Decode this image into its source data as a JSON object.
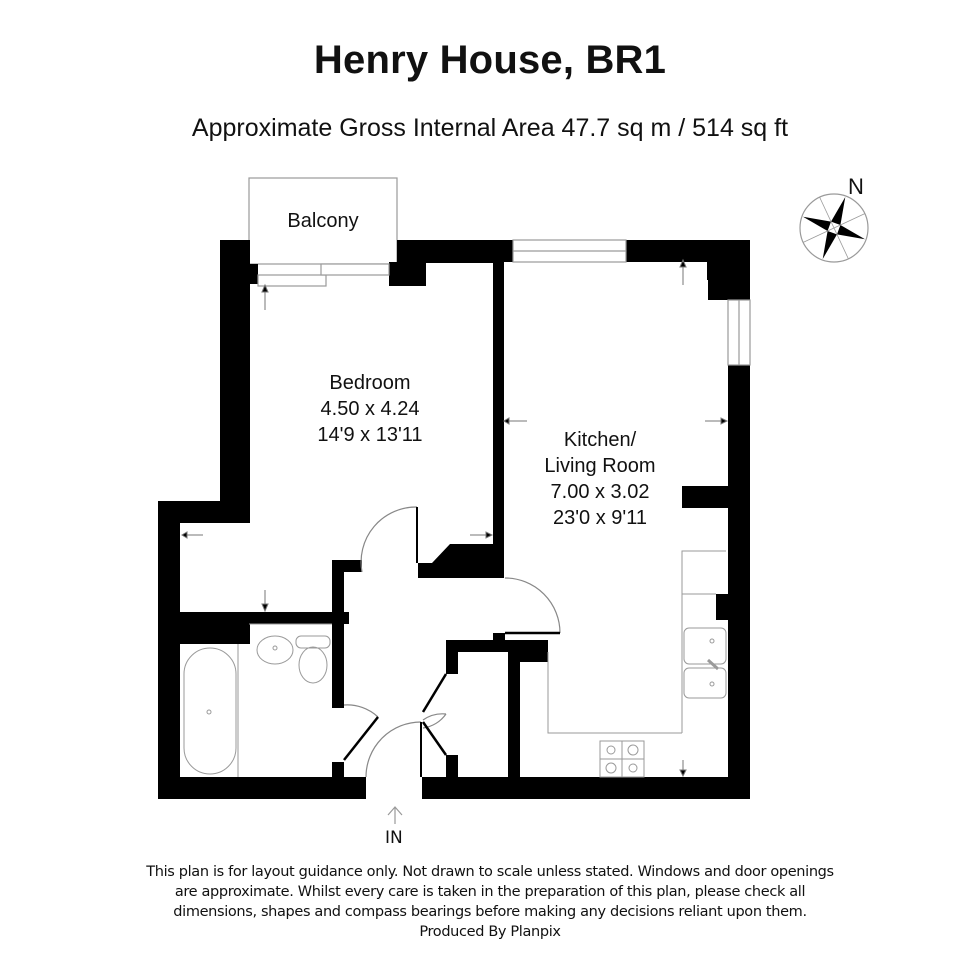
{
  "header": {
    "title": "Henry House, BR1",
    "subtitle": "Approximate Gross Internal Area 47.7 sq m / 514 sq ft"
  },
  "rooms": {
    "balcony": {
      "name": "Balcony"
    },
    "bedroom": {
      "name": "Bedroom",
      "metric": "4.50 x 4.24",
      "imperial": "14'9 x 13'11"
    },
    "kitchen_living": {
      "name_line1": "Kitchen/",
      "name_line2": "Living Room",
      "metric": "7.00 x 3.02",
      "imperial": "23'0 x 9'11"
    }
  },
  "compass": {
    "label": "N",
    "icon": "compass-rose-icon"
  },
  "entrance": {
    "label": "IN",
    "icon": "arrow-up-icon"
  },
  "footer": {
    "lines": [
      "This plan is for layout guidance only. Not drawn to scale unless stated. Windows and door openings",
      "are approximate. Whilst every care is taken in the preparation of this plan, please check all",
      "dimensions, shapes and compass bearings before making any decisions reliant upon them.",
      "Produced By Planpix"
    ]
  },
  "colors": {
    "wall": "#000000",
    "fixture_line": "#9a9a9a",
    "background": "#ffffff"
  }
}
